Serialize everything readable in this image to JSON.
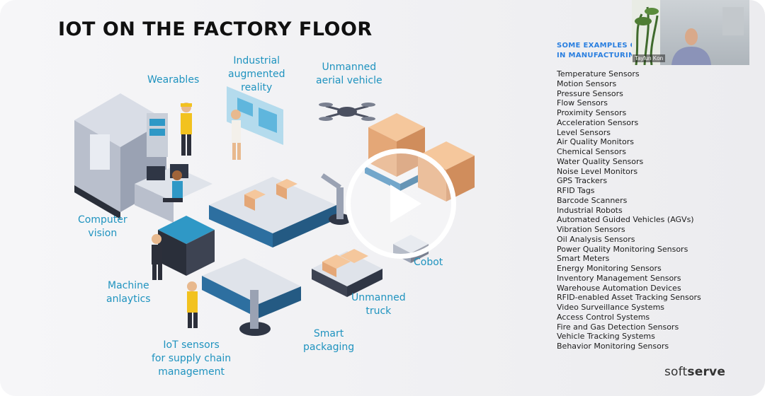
{
  "slide": {
    "title": "IOT ON THE FACTORY FLOOR",
    "illustration_labels": {
      "wearables": "Wearables",
      "augmented_reality": "Industrial\naugmented\nreality",
      "aerial_vehicle": "Unmanned\naerial vehicle",
      "computer_vision": "Computer\nvision",
      "machine_analytics": "Machine\nanlaytics",
      "cobot": "Cobot",
      "unmanned_truck": "Unmanned\ntruck",
      "smart_packaging": "Smart\npackaging",
      "iot_sensors": "IoT sensors\nfor supply chain\nmanagement"
    },
    "examples_heading": "SOME EXAMPLES O\nIN MANUFACTURIN",
    "examples": [
      "Temperature Sensors",
      "Motion Sensors",
      "Pressure Sensors",
      "Flow Sensors",
      "Proximity Sensors",
      "Acceleration Sensors",
      "Level Sensors",
      "Air Quality Monitors",
      "Chemical Sensors",
      "Water Quality Sensors",
      "Noise Level Monitors",
      "GPS Trackers",
      "RFID Tags",
      "Barcode Scanners",
      "Industrial Robots",
      "Automated Guided Vehicles (AGVs)",
      "Vibration Sensors",
      "Oil Analysis Sensors",
      "Power Quality Monitoring Sensors",
      "Smart Meters",
      "Energy Monitoring Sensors",
      "Inventory Management Sensors",
      "Warehouse Automation Devices",
      "RFID-enabled Asset Tracking Sensors",
      "Video Surveillance Systems",
      "Access Control Systems",
      "Fire and Gas Detection Sensors",
      "Vehicle Tracking Systems",
      "Behavior Monitoring Sensors"
    ],
    "brand": {
      "part1": "soft",
      "part2": "serve"
    }
  },
  "webcam": {
    "participant_name": "Tayfun Kon"
  },
  "player": {
    "play_icon": "play-icon"
  },
  "colors": {
    "label_blue": "#1f93bf",
    "heading_blue": "#2a7fe0",
    "title": "#101010"
  }
}
